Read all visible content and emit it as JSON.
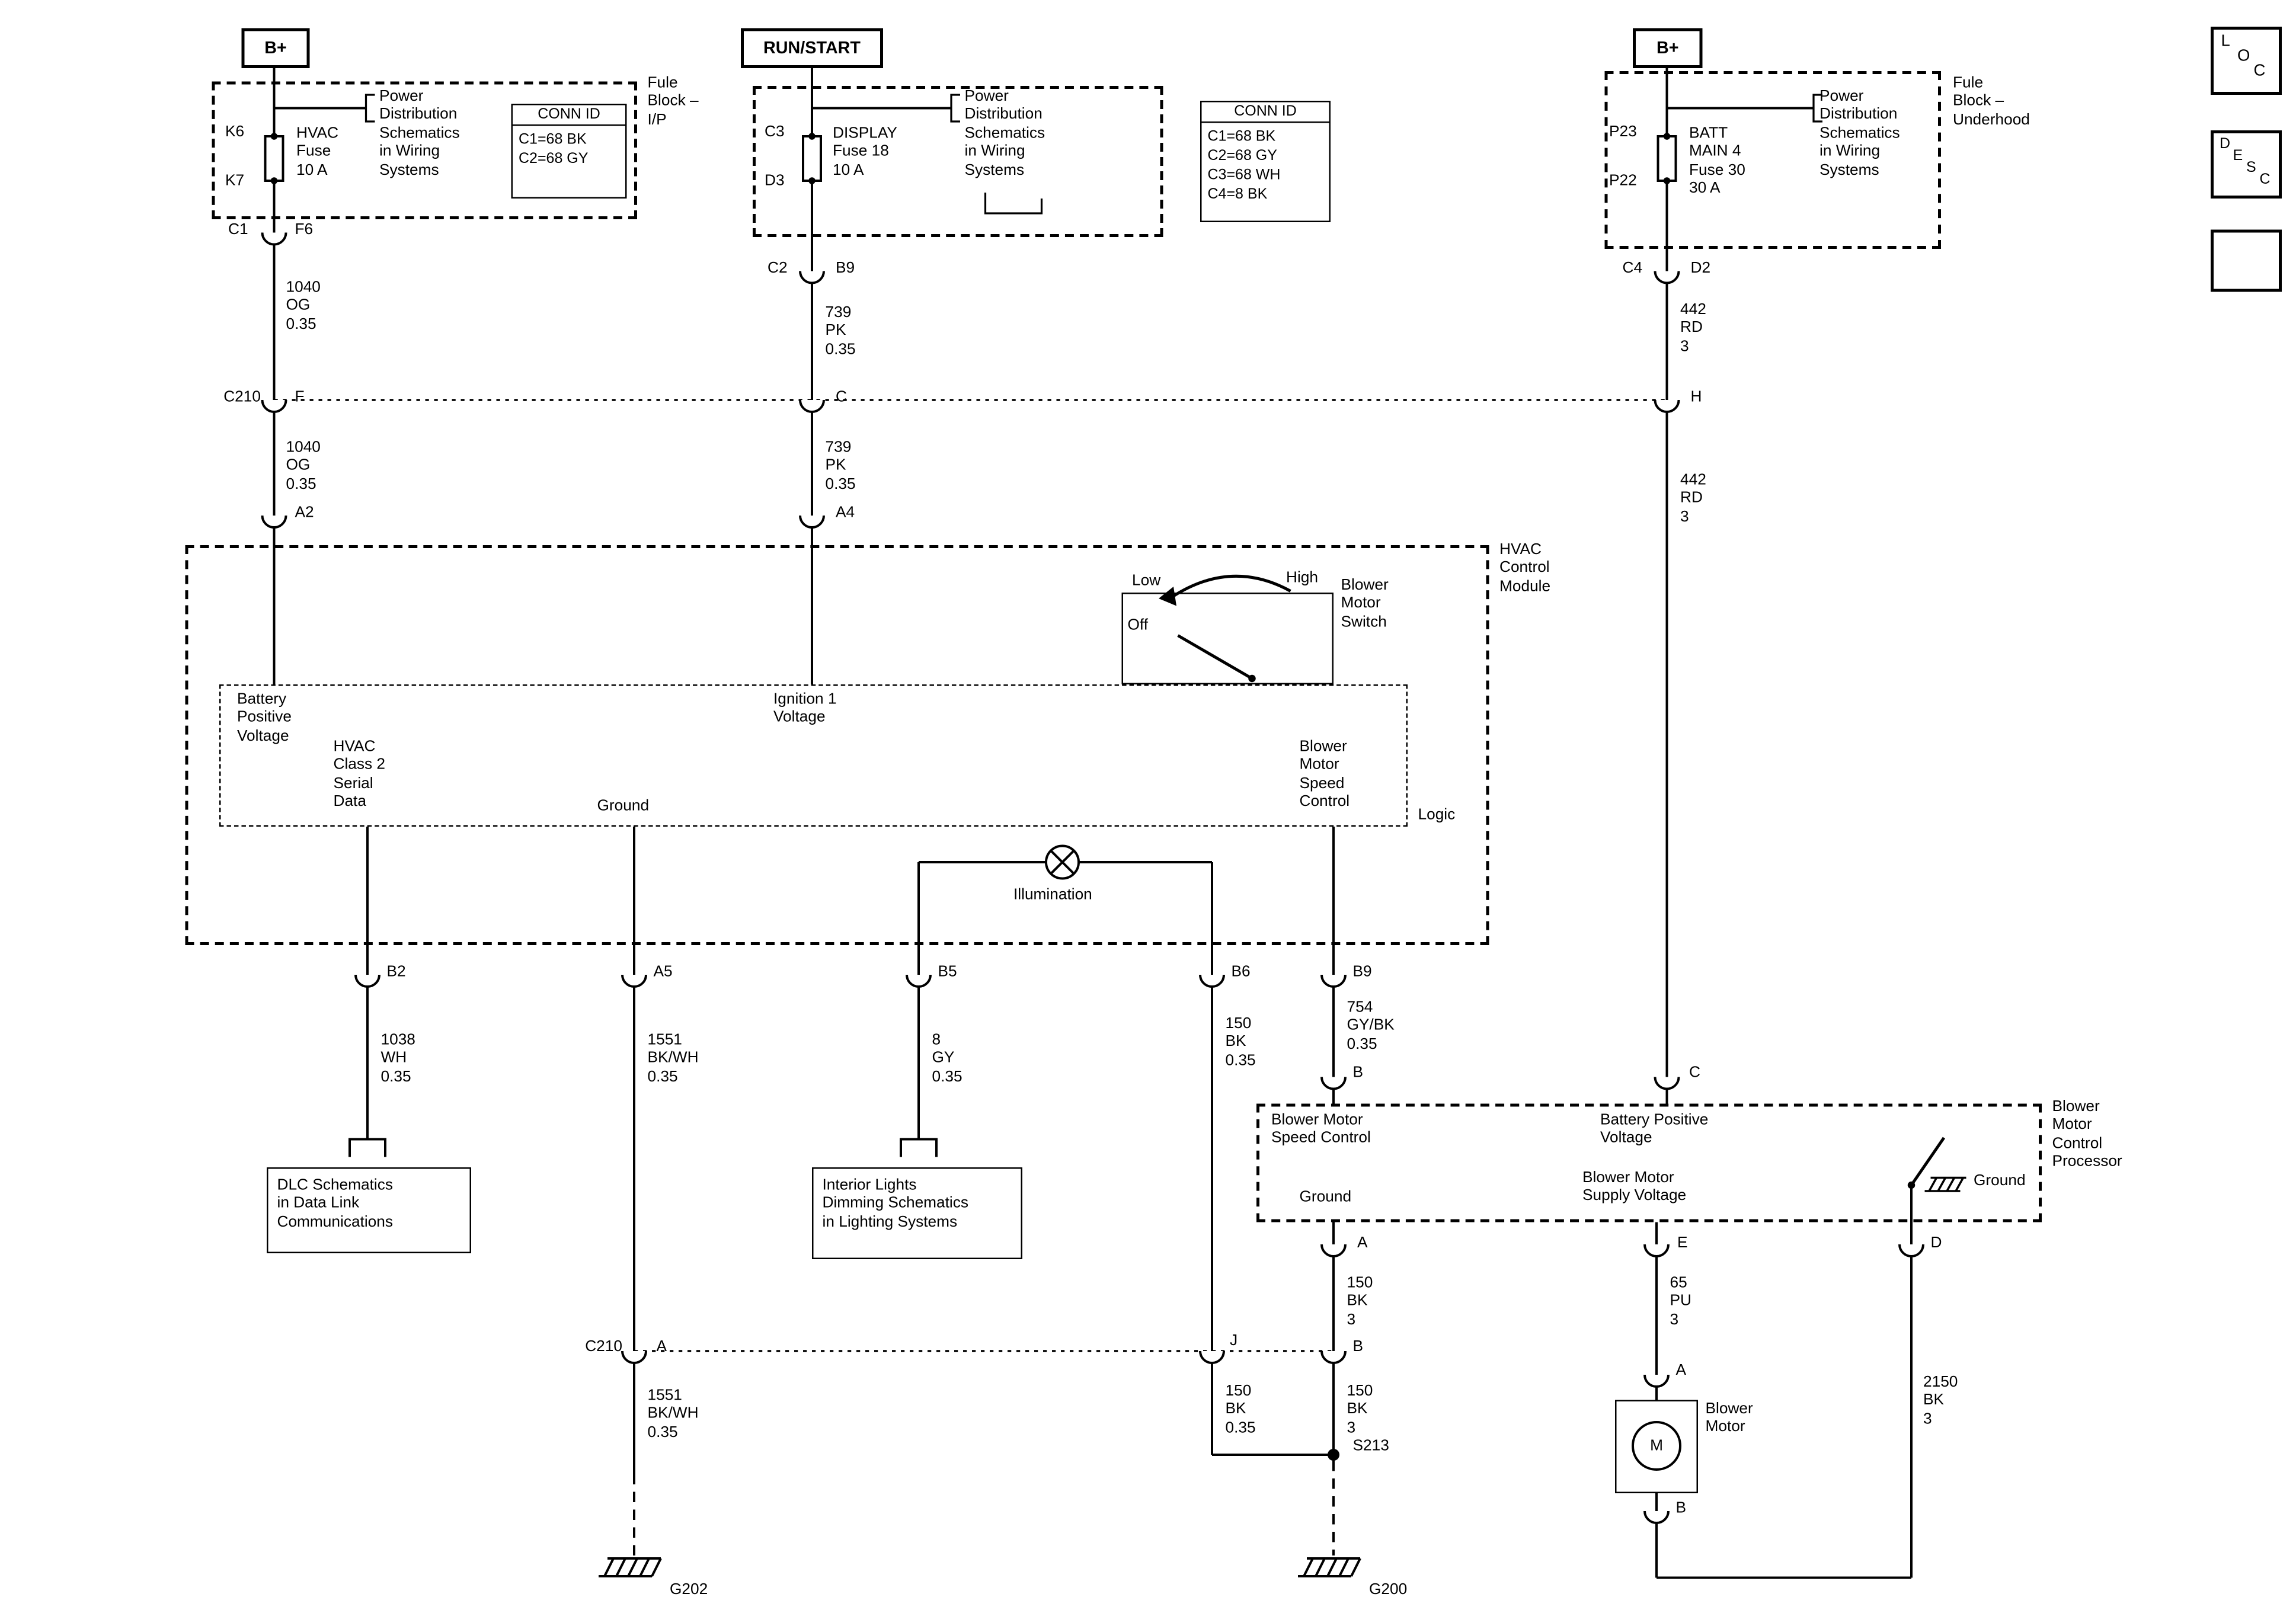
{
  "corner": {
    "loc": [
      "L",
      "O",
      "C"
    ],
    "desc": [
      "D",
      "E",
      "S",
      "C"
    ]
  },
  "sources": {
    "left": "B+",
    "center": "RUN/START",
    "right": "B+"
  },
  "fuse_blocks": {
    "left": {
      "pin_top": "K6",
      "pin_bottom": "K7",
      "fuse": "HVAC\nFuse\n10 A",
      "ref": "Power\nDistribution\nSchematics\nin Wiring\nSystems",
      "name": "Fule\nBlock –\nI/P",
      "conn_id": {
        "title": "CONN ID",
        "rows": "C1=68 BK\nC2=68 GY"
      }
    },
    "center": {
      "pin_top": "C3",
      "pin_bottom": "D3",
      "fuse": "DISPLAY\nFuse 18\n10 A",
      "ref": "Power\nDistribution\nSchematics\nin Wiring\nSystems"
    },
    "center_conn_id": {
      "title": "CONN ID",
      "rows": "C1=68 BK\nC2=68 GY\nC3=68 WH\nC4=8 BK"
    },
    "right": {
      "pin_top": "P23",
      "pin_bottom": "P22",
      "fuse": "BATT\nMAIN 4\nFuse 30\n30 A",
      "ref": "Power\nDistribution\nSchematics\nin Wiring\nSystems",
      "name": "Fule\nBlock –\nUnderhood"
    }
  },
  "connectors": {
    "c1": "C1",
    "f6": "F6",
    "c210_1": "C210",
    "f": "F",
    "a2": "A2",
    "c2": "C2",
    "b9_top": "B9",
    "c_mid": "C",
    "a4": "A4",
    "c4": "C4",
    "d2": "D2",
    "h": "H",
    "b2": "B2",
    "a5": "A5",
    "b5": "B5",
    "b6": "B6",
    "b9": "B9",
    "b_proc_in": "B",
    "c_proc_in": "C",
    "a_proc": "A",
    "e_proc": "E",
    "d_proc": "D",
    "c210_2": "C210",
    "a_210": "A",
    "j": "J",
    "b_210": "B",
    "s213": "S213",
    "motor_a": "A",
    "motor_b": "B",
    "g202": "G202",
    "g200": "G200"
  },
  "wire_labels": {
    "left1": "1040\nOG\n0.35",
    "left2": "1040\nOG\n0.35",
    "center1": "739\nPK\n0.35",
    "center2": "739\nPK\n0.35",
    "right1": "442\nRD\n3",
    "right2": "442\nRD\n3",
    "b2": "1038\nWH\n0.35",
    "a5_upper": "1551\nBK/WH\n0.35",
    "a5_lower": "1551\nBK/WH\n0.35",
    "b5": "8\nGY\n0.35",
    "b6_upper": "150\nBK\n0.35",
    "b6_lower": "150\nBK\n0.35",
    "b9": "754\nGY/BK\n0.35",
    "proc_a_upper": "150\nBK\n3",
    "proc_a_lower": "150\nBK\n3",
    "proc_e": "65\nPU\n3",
    "proc_d": "2150\nBK\n3"
  },
  "hvac_module": {
    "title": "HVAC\nControl\nModule",
    "switch": {
      "low": "Low",
      "high": "High",
      "off": "Off",
      "label": "Blower\nMotor\nSwitch"
    },
    "pins": {
      "battery": "Battery\nPositive\nVoltage",
      "ignition": "Ignition 1\nVoltage",
      "serial": "HVAC\nClass 2\nSerial\nData",
      "ground": "Ground",
      "speed": "Blower\nMotor\nSpeed\nControl"
    },
    "logic": "Logic",
    "illumination": "Illumination"
  },
  "ref_boxes": {
    "dlc": "DLC Schematics\nin Data Link\nCommunications",
    "interior": "Interior Lights\nDimming Schematics\nin Lighting Systems"
  },
  "processor": {
    "title": "Blower\nMotor\nControl\nProcessor",
    "pins": {
      "speed": "Blower Motor\nSpeed Control",
      "battery": "Battery Positive\nVoltage",
      "ground": "Ground",
      "supply": "Blower Motor\nSupply Voltage",
      "ground_right": "Ground"
    }
  },
  "blower_motor": {
    "label": "Blower\nMotor",
    "symbol": "M"
  }
}
